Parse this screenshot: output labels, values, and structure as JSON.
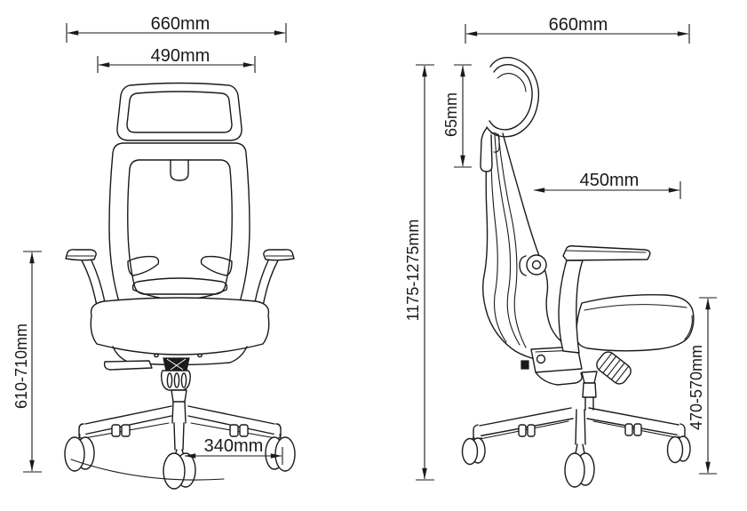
{
  "colors": {
    "background": "#ffffff",
    "line": "#1a1a1a"
  },
  "front_view": {
    "dimensions": {
      "overall_width": "660mm",
      "headrest_width": "490mm",
      "armrest_floor_height": "610-710mm",
      "base_leg_span": "340mm"
    }
  },
  "side_view": {
    "dimensions": {
      "overall_depth": "660mm",
      "headrest_height": "65mm",
      "back_to_front": "450mm",
      "overall_height": "1175-1275mm",
      "seat_height": "470-570mm"
    }
  }
}
